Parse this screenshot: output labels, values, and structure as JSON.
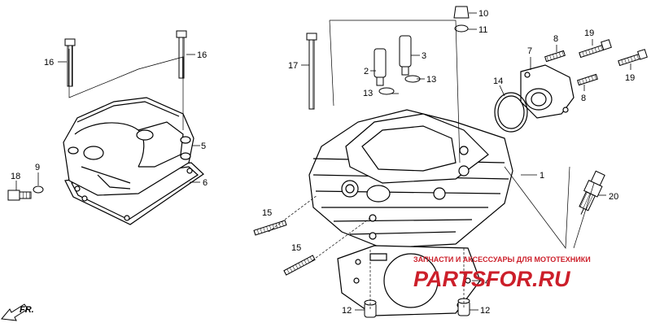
{
  "callouts": {
    "c1": "1",
    "c2": "2",
    "c3": "3",
    "c4": "4",
    "c5": "5",
    "c6": "6",
    "c7": "7",
    "c8a": "8",
    "c8b": "8",
    "c9": "9",
    "c10": "10",
    "c11": "11",
    "c12a": "12",
    "c12b": "12",
    "c13a": "13",
    "c13b": "13",
    "c14": "14",
    "c15a": "15",
    "c15b": "15",
    "c16a": "16",
    "c16b": "16",
    "c17": "17",
    "c18": "18",
    "c19a": "19",
    "c19b": "19",
    "c20": "20"
  },
  "front_marker": "FR.",
  "watermark": {
    "tagline": "ЗАПЧАСТИ И АКСЕССУАРЫ ДЛЯ МОТОТЕХНИКИ",
    "brand": "PARTSFOR.RU",
    "color": "#cc1f2a"
  },
  "colors": {
    "line": "#000000",
    "background": "#ffffff"
  }
}
